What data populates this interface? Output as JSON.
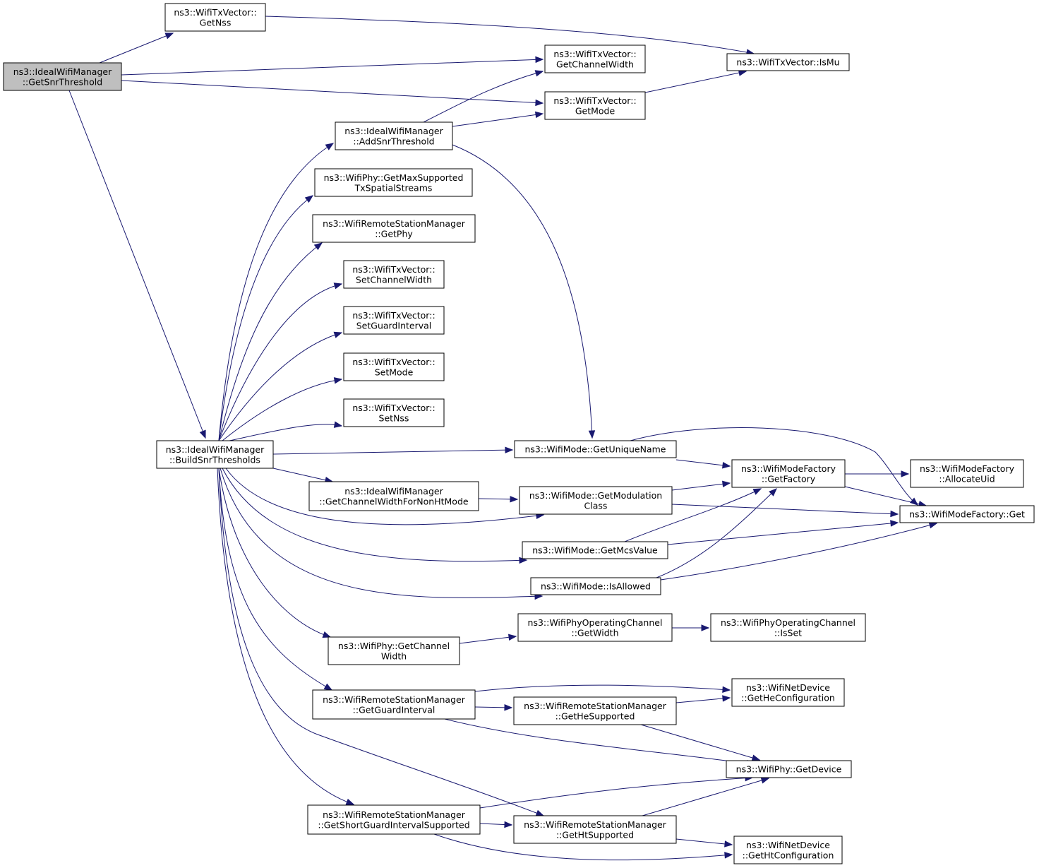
{
  "colors": {
    "edge": "#191970",
    "root_fill": "#bfbfbf",
    "node_fill": "#ffffff",
    "node_stroke": "#000000"
  },
  "nodes": [
    {
      "id": "getsnr",
      "lines": [
        "ns3::IdealWifiManager",
        "::GetSnrThreshold"
      ],
      "root": true
    },
    {
      "id": "getnss",
      "lines": [
        "ns3::WifiTxVector::",
        "GetNss"
      ]
    },
    {
      "id": "getchw",
      "lines": [
        "ns3::WifiTxVector::",
        "GetChannelWidth"
      ]
    },
    {
      "id": "getmode",
      "lines": [
        "ns3::WifiTxVector::",
        "GetMode"
      ]
    },
    {
      "id": "ismu",
      "lines": [
        "ns3::WifiTxVector::IsMu"
      ]
    },
    {
      "id": "addsnr",
      "lines": [
        "ns3::IdealWifiManager",
        "::AddSnrThreshold"
      ]
    },
    {
      "id": "getmaxss",
      "lines": [
        "ns3::WifiPhy::GetMaxSupported",
        "TxSpatialStreams"
      ]
    },
    {
      "id": "getphy",
      "lines": [
        "ns3::WifiRemoteStationManager",
        "::GetPhy"
      ]
    },
    {
      "id": "setchw",
      "lines": [
        "ns3::WifiTxVector::",
        "SetChannelWidth"
      ]
    },
    {
      "id": "setgi",
      "lines": [
        "ns3::WifiTxVector::",
        "SetGuardInterval"
      ]
    },
    {
      "id": "setmode",
      "lines": [
        "ns3::WifiTxVector::",
        "SetMode"
      ]
    },
    {
      "id": "setnss",
      "lines": [
        "ns3::WifiTxVector::",
        "SetNss"
      ]
    },
    {
      "id": "build",
      "lines": [
        "ns3::IdealWifiManager",
        "::BuildSnrThresholds"
      ]
    },
    {
      "id": "uniq",
      "lines": [
        "ns3::WifiMode::GetUniqueName"
      ]
    },
    {
      "id": "chwnonht",
      "lines": [
        "ns3::IdealWifiManager",
        "::GetChannelWidthForNonHtMode"
      ]
    },
    {
      "id": "modcls",
      "lines": [
        "ns3::WifiMode::GetModulation",
        "Class"
      ]
    },
    {
      "id": "mcs",
      "lines": [
        "ns3::WifiMode::GetMcsValue"
      ]
    },
    {
      "id": "isallowed",
      "lines": [
        "ns3::WifiMode::IsAllowed"
      ]
    },
    {
      "id": "getfactory",
      "lines": [
        "ns3::WifiModeFactory",
        "::GetFactory"
      ]
    },
    {
      "id": "alloc",
      "lines": [
        "ns3::WifiModeFactory",
        "::AllocateUid"
      ]
    },
    {
      "id": "mfget",
      "lines": [
        "ns3::WifiModeFactory::Get"
      ]
    },
    {
      "id": "phychw",
      "lines": [
        "ns3::WifiPhy::GetChannel",
        "Width"
      ]
    },
    {
      "id": "opwidth",
      "lines": [
        "ns3::WifiPhyOperatingChannel",
        "::GetWidth"
      ]
    },
    {
      "id": "opisset",
      "lines": [
        "ns3::WifiPhyOperatingChannel",
        "::IsSet"
      ]
    },
    {
      "id": "getgi",
      "lines": [
        "ns3::WifiRemoteStationManager",
        "::GetGuardInterval"
      ]
    },
    {
      "id": "hesup",
      "lines": [
        "ns3::WifiRemoteStationManager",
        "::GetHeSupported"
      ]
    },
    {
      "id": "hecfg",
      "lines": [
        "ns3::WifiNetDevice",
        "::GetHeConfiguration"
      ]
    },
    {
      "id": "getdev",
      "lines": [
        "ns3::WifiPhy::GetDevice"
      ]
    },
    {
      "id": "sgisup",
      "lines": [
        "ns3::WifiRemoteStationManager",
        "::GetShortGuardIntervalSupported"
      ]
    },
    {
      "id": "htsup",
      "lines": [
        "ns3::WifiRemoteStationManager",
        "::GetHtSupported"
      ]
    },
    {
      "id": "htcfg",
      "lines": [
        "ns3::WifiNetDevice",
        "::GetHtConfiguration"
      ]
    }
  ],
  "edges": [
    [
      "getsnr",
      "getnss"
    ],
    [
      "getsnr",
      "getchw"
    ],
    [
      "getsnr",
      "getmode"
    ],
    [
      "getsnr",
      "build"
    ],
    [
      "getnss",
      "ismu"
    ],
    [
      "getmode",
      "ismu"
    ],
    [
      "addsnr",
      "getchw"
    ],
    [
      "addsnr",
      "getmode"
    ],
    [
      "addsnr",
      "uniq"
    ],
    [
      "build",
      "addsnr"
    ],
    [
      "build",
      "getmaxss"
    ],
    [
      "build",
      "getphy"
    ],
    [
      "build",
      "setchw"
    ],
    [
      "build",
      "setgi"
    ],
    [
      "build",
      "setmode"
    ],
    [
      "build",
      "setnss"
    ],
    [
      "build",
      "uniq"
    ],
    [
      "build",
      "chwnonht"
    ],
    [
      "build",
      "modcls"
    ],
    [
      "build",
      "mcs"
    ],
    [
      "build",
      "isallowed"
    ],
    [
      "build",
      "phychw"
    ],
    [
      "build",
      "getgi"
    ],
    [
      "build",
      "sgisup"
    ],
    [
      "build",
      "htsup"
    ],
    [
      "chwnonht",
      "modcls"
    ],
    [
      "uniq",
      "getfactory"
    ],
    [
      "uniq",
      "mfget"
    ],
    [
      "modcls",
      "getfactory"
    ],
    [
      "modcls",
      "mfget"
    ],
    [
      "mcs",
      "getfactory"
    ],
    [
      "mcs",
      "mfget"
    ],
    [
      "isallowed",
      "getfactory"
    ],
    [
      "isallowed",
      "mfget"
    ],
    [
      "getfactory",
      "alloc"
    ],
    [
      "getfactory",
      "mfget"
    ],
    [
      "phychw",
      "opwidth"
    ],
    [
      "opwidth",
      "opisset"
    ],
    [
      "getgi",
      "hecfg"
    ],
    [
      "getgi",
      "hesup"
    ],
    [
      "getgi",
      "getdev"
    ],
    [
      "hesup",
      "hecfg"
    ],
    [
      "hesup",
      "getdev"
    ],
    [
      "sgisup",
      "getdev"
    ],
    [
      "sgisup",
      "htsup"
    ],
    [
      "sgisup",
      "htcfg"
    ],
    [
      "htsup",
      "getdev"
    ],
    [
      "htsup",
      "htcfg"
    ]
  ]
}
